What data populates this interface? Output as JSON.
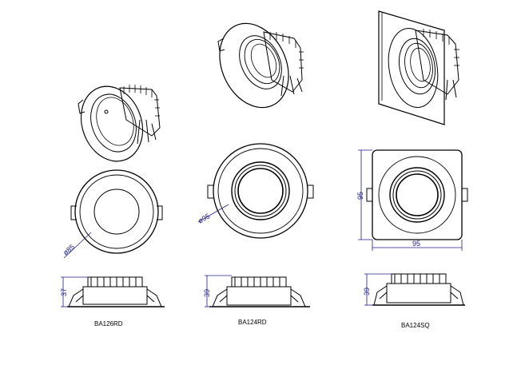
{
  "models": [
    {
      "code": "BA126RD",
      "diameter": "ø85",
      "height": "37"
    },
    {
      "code": "BA124RD",
      "diameter": "ø95",
      "height": "39"
    },
    {
      "code": "BA124SQ",
      "width": "95",
      "depth": "95",
      "height": "39"
    }
  ],
  "colors": {
    "line": "#000000",
    "dimension": "#1d1d8c"
  }
}
